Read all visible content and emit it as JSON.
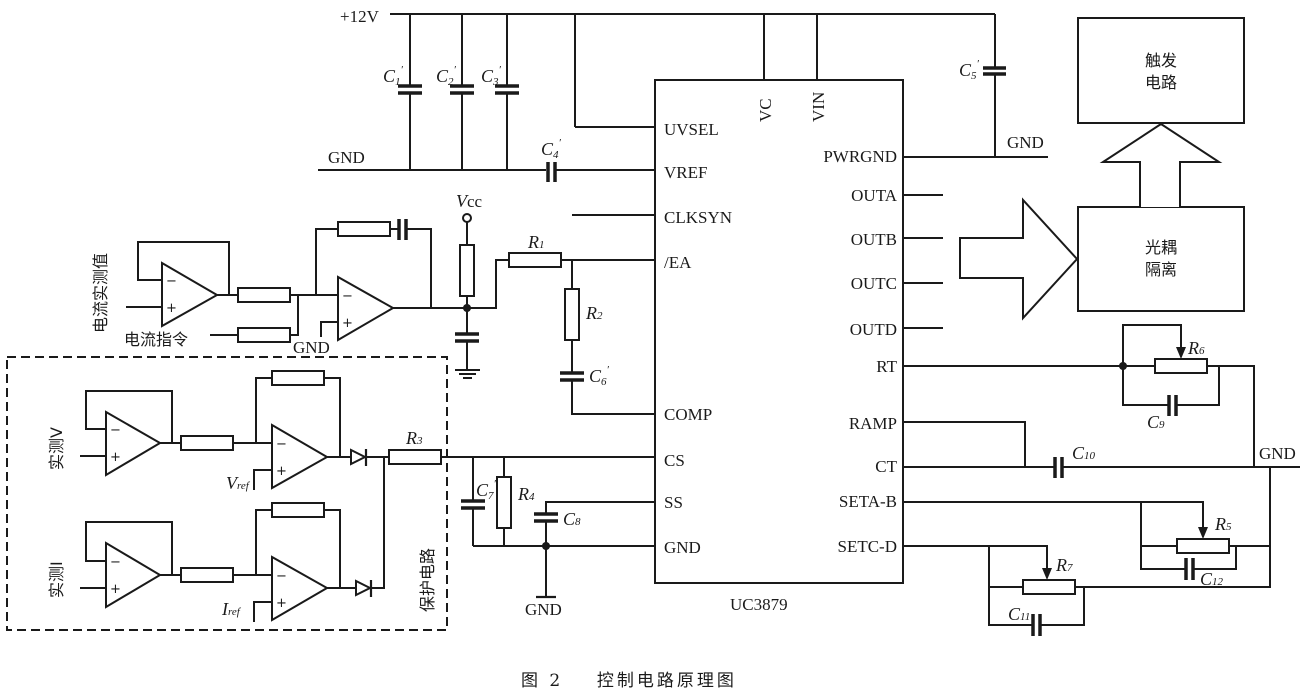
{
  "figure": {
    "caption": "图 2    控制电路原理图",
    "chip_name": "UC3879"
  },
  "chip": {
    "left_pins": [
      "UVSEL",
      "VREF",
      "CLKSYN",
      "/EA",
      "COMP",
      "CS",
      "SS",
      "GND"
    ],
    "top_pins": [
      "VC",
      "VIN"
    ],
    "right_pins": [
      "PWRGND",
      "OUTA",
      "OUTB",
      "OUTC",
      "OUTD",
      "RT",
      "RAMP",
      "CT",
      "SETA-B",
      "SETC-D"
    ]
  },
  "supply": {
    "plus12v": "+12V",
    "gnd_top_left": "GND",
    "gnd_top_right": "GND",
    "gnd_opamp": "GND",
    "gnd_bottom": "GND",
    "gnd_right": "GND",
    "vcc": "V",
    "vcc_sub": "cc"
  },
  "components": {
    "C1": {
      "letter": "C",
      "sub": "1",
      "prime": "′"
    },
    "C2": {
      "letter": "C",
      "sub": "2",
      "prime": "′"
    },
    "C3": {
      "letter": "C",
      "sub": "3",
      "prime": "′"
    },
    "C4": {
      "letter": "C",
      "sub": "4",
      "prime": "′"
    },
    "C5": {
      "letter": "C",
      "sub": "5",
      "prime": "′"
    },
    "C6": {
      "letter": "C",
      "sub": "6",
      "prime": "′"
    },
    "C7": {
      "letter": "C",
      "sub": "7",
      "prime": "′"
    },
    "C8": {
      "letter": "C",
      "sub": "8"
    },
    "C9": {
      "letter": "C",
      "sub": "9"
    },
    "C10": {
      "letter": "C",
      "sub": "10"
    },
    "C11": {
      "letter": "C",
      "sub": "11"
    },
    "C12": {
      "letter": "C",
      "sub": "12"
    },
    "R1": {
      "letter": "R",
      "sub": "1"
    },
    "R2": {
      "letter": "R",
      "sub": "2"
    },
    "R3": {
      "letter": "R",
      "sub": "3"
    },
    "R4": {
      "letter": "R",
      "sub": "4"
    },
    "R5": {
      "letter": "R",
      "sub": "5"
    },
    "R6": {
      "letter": "R",
      "sub": "6"
    },
    "R7": {
      "letter": "R",
      "sub": "7"
    }
  },
  "labels": {
    "current_measured": "电流实测值",
    "current_command": "电流指令",
    "measured_v": "实测V",
    "measured_i": "实测I",
    "vref": "V",
    "vref_sub": "ref",
    "iref": "I",
    "iref_sub": "ref",
    "protection_circuit": "保护电路",
    "trigger_line1": "触发",
    "trigger_line2": "电路",
    "optocoupler_line1": "光耦",
    "optocoupler_line2": "隔离",
    "minus": "−",
    "plus": "+"
  }
}
